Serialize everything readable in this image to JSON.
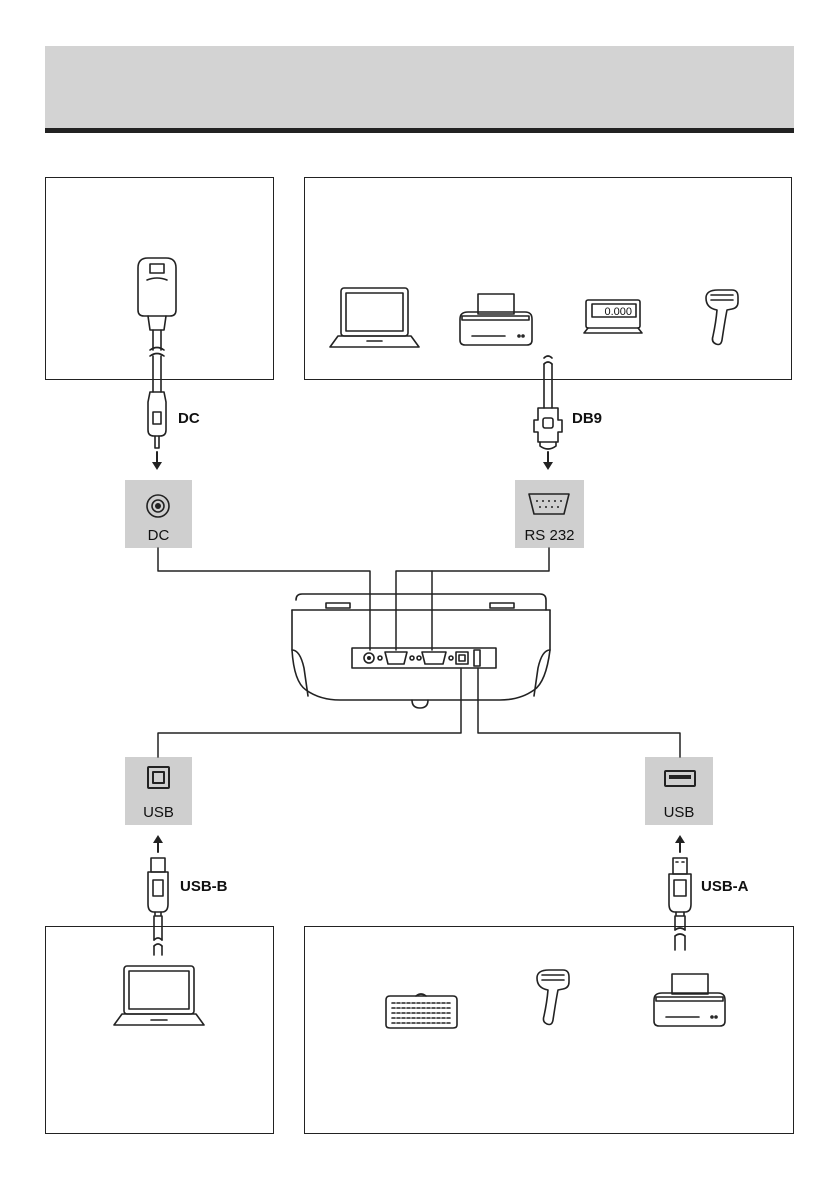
{
  "ports": {
    "dc": "DC",
    "rs232": "RS 232",
    "usb_left": "USB",
    "usb_right": "USB"
  },
  "cables": {
    "dc": "DC",
    "db9": "DB9",
    "usb_b": "USB-B",
    "usb_a": "USB-A"
  },
  "display": {
    "readout": "0.000"
  },
  "icons": {
    "power_adapter": "power-adapter-icon",
    "laptop": "laptop-icon",
    "printer": "printer-icon",
    "remote_display": "remote-display-icon",
    "barcode_scanner": "barcode-scanner-icon",
    "keyboard": "keyboard-icon",
    "scale": "scale-rear-panel"
  },
  "colors": {
    "header_band": "#d3d3d3",
    "port_box": "#cfcfcf",
    "line": "#222222"
  }
}
